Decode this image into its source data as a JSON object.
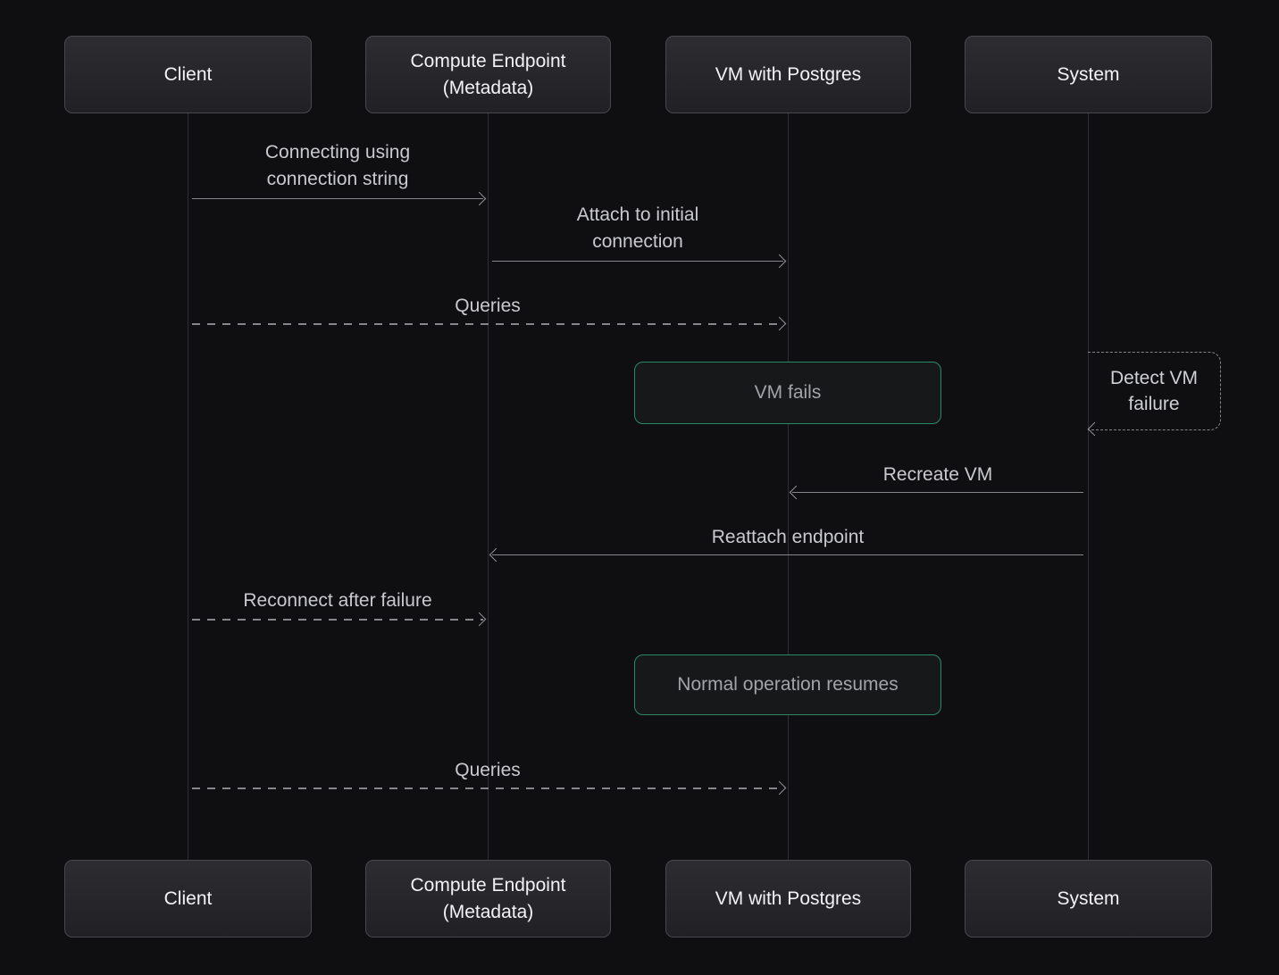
{
  "colors": {
    "background": "#0f0f11",
    "actor_border": "#47474d",
    "note_border_green": "#2b8a63",
    "line_gray": "#86868b",
    "actor_text": "#f3f3f5",
    "message_text": "#c9cace",
    "note_text": "#a2a4a9"
  },
  "actors": [
    {
      "id": "client",
      "label": "Client"
    },
    {
      "id": "compute-endpoint",
      "label": "Compute Endpoint (Metadata)"
    },
    {
      "id": "vm-with-postgres",
      "label": "VM with Postgres"
    },
    {
      "id": "system",
      "label": "System"
    }
  ],
  "messages": [
    {
      "label": "Connecting using connection string",
      "from": "Client",
      "to": "Compute Endpoint (Metadata)",
      "style": "solid",
      "direction": "right"
    },
    {
      "label": "Attach to initial connection",
      "from": "Compute Endpoint (Metadata)",
      "to": "VM with Postgres",
      "style": "solid",
      "direction": "right"
    },
    {
      "label": "Queries",
      "from": "Client",
      "to": "VM with Postgres",
      "style": "dashed",
      "direction": "right"
    },
    {
      "label": "Recreate VM",
      "from": "System",
      "to": "VM with Postgres",
      "style": "solid",
      "direction": "left"
    },
    {
      "label": "Reattach endpoint",
      "from": "System",
      "to": "Compute Endpoint (Metadata)",
      "style": "solid",
      "direction": "left"
    },
    {
      "label": "Reconnect after failure",
      "from": "Client",
      "to": "Compute Endpoint (Metadata)",
      "style": "dashed",
      "direction": "right"
    },
    {
      "label": "Queries",
      "from": "Client",
      "to": "VM with Postgres",
      "style": "dashed",
      "direction": "right"
    }
  ],
  "notes": [
    {
      "label": "VM fails",
      "over": "VM with Postgres"
    },
    {
      "label": "Normal operation resumes",
      "over": "VM with Postgres"
    }
  ],
  "self_message": {
    "label": "Detect VM failure",
    "actor": "System",
    "style": "dashed"
  }
}
